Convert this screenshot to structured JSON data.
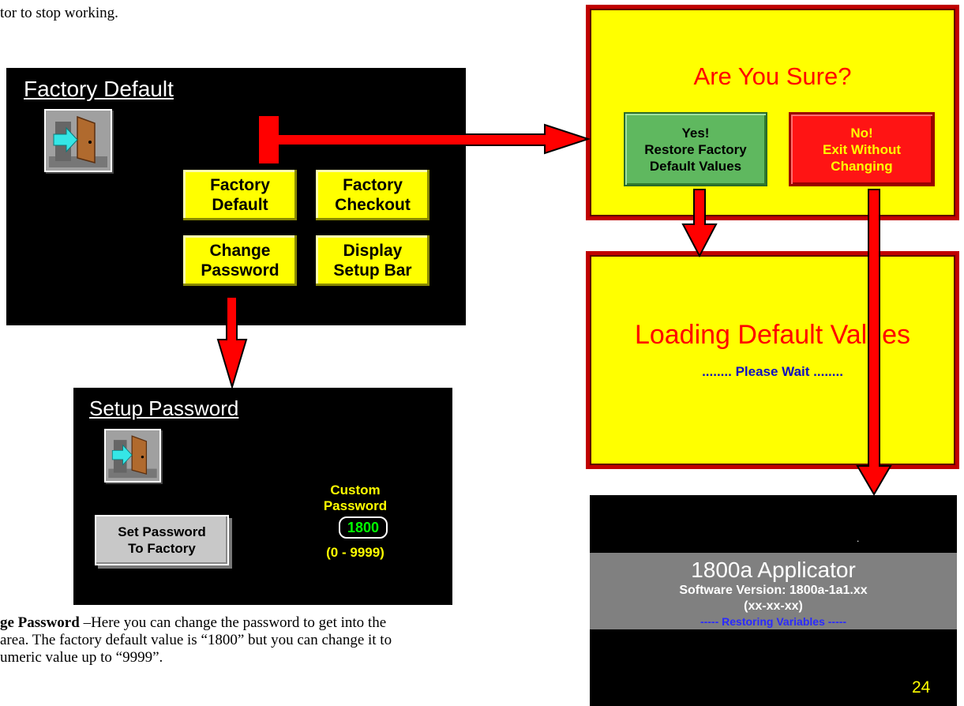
{
  "doc": {
    "top_line": "tor to stop working.",
    "bottom_bold": "ge Password",
    "bottom_rest": " –Here you can change the password to get into the",
    "bottom_line2": "area. The factory default value is “1800” but you can change it to",
    "bottom_line3": "umeric value up to “9999”."
  },
  "factory_panel": {
    "title": "Factory Default",
    "buttons": [
      "Factory\nDefault",
      "Factory\nCheckout",
      "Change\nPassword",
      "Display\nSetup Bar"
    ]
  },
  "password_panel": {
    "title": "Setup Password",
    "set_button": "Set Password\nTo Factory",
    "custom_label": "Custom\nPassword",
    "password_value": "1800",
    "range": "(0 - 9999)"
  },
  "confirm_panel": {
    "title": "Are You Sure?",
    "yes_button": "Yes!\nRestore Factory\nDefault Values",
    "no_button": "No!\nExit Without\nChanging"
  },
  "loading_panel": {
    "title": "Loading Default Values",
    "subtitle": "........ Please Wait ........"
  },
  "startup_panel": {
    "dot": ".",
    "app_name": "1800a Applicator",
    "version": "Software Version: 1800a-1a1.xx",
    "date": "(xx-xx-xx)",
    "status": "----- Restoring Variables -----",
    "page_number": "24"
  },
  "colors": {
    "arrow": "#ff0000",
    "panel_yellow": "#ffff00",
    "panel_border": "#c00000"
  }
}
